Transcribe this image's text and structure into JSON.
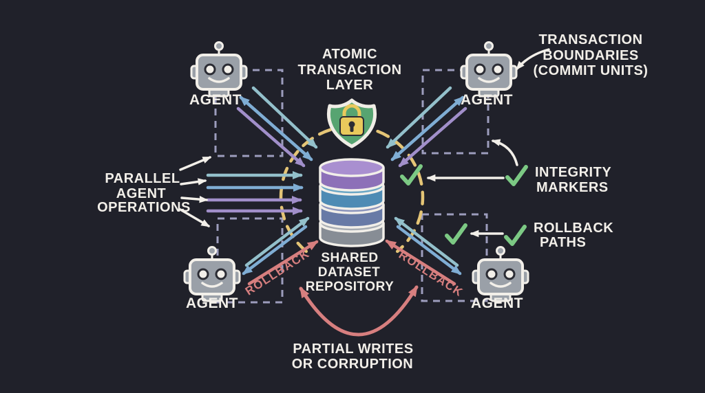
{
  "diagram_title_implicit": "Atomic transaction layer over a shared dataset repository with parallel agents",
  "background_color": "#20212a",
  "colors": {
    "background": "#20212a",
    "text": "#f2efe9",
    "teal_arrow": "#93c0cb",
    "blue_arrow": "#7fadd4",
    "purple_arrow": "#a18fca",
    "red_arrow": "#d77f7f",
    "green_check": "#7cc984",
    "yellow_dashed_ring": "#e5c576",
    "dashed_box": "#9d9dbd",
    "shield_green": "#57a471",
    "lock_gold": "#e9c95c",
    "robot_gray": "#9aa0a8",
    "db_purple": "#8d70b8",
    "db_blue": "#4e8bb4",
    "db_slate": "#687aa6",
    "db_gray": "#878d95"
  },
  "center": {
    "atomic_layer": [
      "ATOMIC",
      "TRANSACTION",
      "LAYER"
    ],
    "repository": [
      "SHARED",
      "DATASET",
      "REPOSITORY"
    ]
  },
  "agents": {
    "label": "AGENT",
    "count": 4
  },
  "annotations": {
    "transaction_boundaries": [
      "TRANSACTION",
      "BOUNDARIES",
      "(COMMIT UNITS)"
    ],
    "integrity_markers": [
      "INTEGRITY",
      "MARKERS"
    ],
    "rollback_paths": [
      "ROLLBACK",
      "PATHS"
    ],
    "parallel_operations": [
      "PARALLEL",
      "AGENT",
      "OPERATIONS"
    ],
    "partial_writes": [
      "PARTIAL WRITES",
      "OR CORRUPTION"
    ],
    "rollback_arrow_label": "ROLLBACK"
  }
}
